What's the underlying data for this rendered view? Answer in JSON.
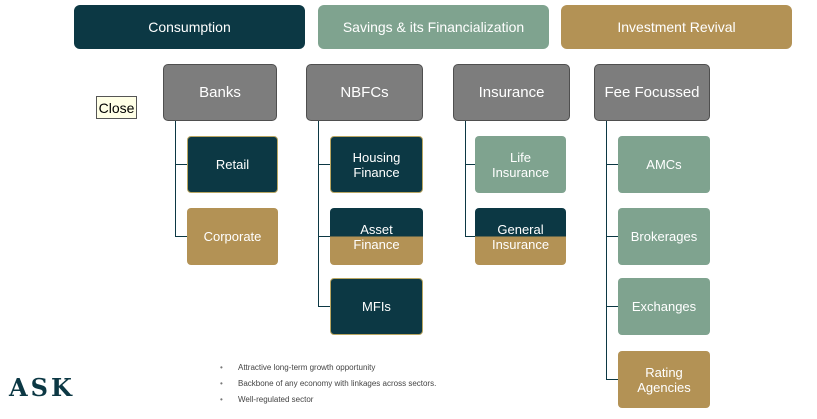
{
  "themes": [
    {
      "label": "Consumption",
      "color": "#0c3844"
    },
    {
      "label": "Savings & its Financialization",
      "color": "#7fa38f"
    },
    {
      "label": "Investment Revival",
      "color": "#b39255"
    }
  ],
  "close_label": "Close",
  "categories": [
    {
      "label": "Banks",
      "children": [
        {
          "label": "Retail",
          "style": "dark"
        },
        {
          "label": "Corporate",
          "style": "gold"
        }
      ]
    },
    {
      "label": "NBFCs",
      "children": [
        {
          "label": "Housing Finance",
          "style": "dark"
        },
        {
          "label": "Asset Finance",
          "style": "split"
        },
        {
          "label": "MFIs",
          "style": "dark"
        }
      ]
    },
    {
      "label": "Insurance",
      "children": [
        {
          "label": "Life Insurance",
          "style": "green"
        },
        {
          "label": "General Insurance",
          "style": "split"
        }
      ]
    },
    {
      "label": "Fee Focussed",
      "children": [
        {
          "label": "AMCs",
          "style": "green"
        },
        {
          "label": "Brokerages",
          "style": "green"
        },
        {
          "label": "Exchanges",
          "style": "green"
        },
        {
          "label": "Rating Agencies",
          "style": "gold"
        }
      ]
    }
  ],
  "bullets": [
    "Attractive long-term growth opportunity",
    "Backbone of any economy with linkages across sectors.",
    "Well-regulated sector"
  ],
  "logo": "ASK",
  "colors": {
    "dark": "#0c3844",
    "green": "#7fa38f",
    "gold": "#b39255",
    "grey": "#7d7d7d"
  }
}
